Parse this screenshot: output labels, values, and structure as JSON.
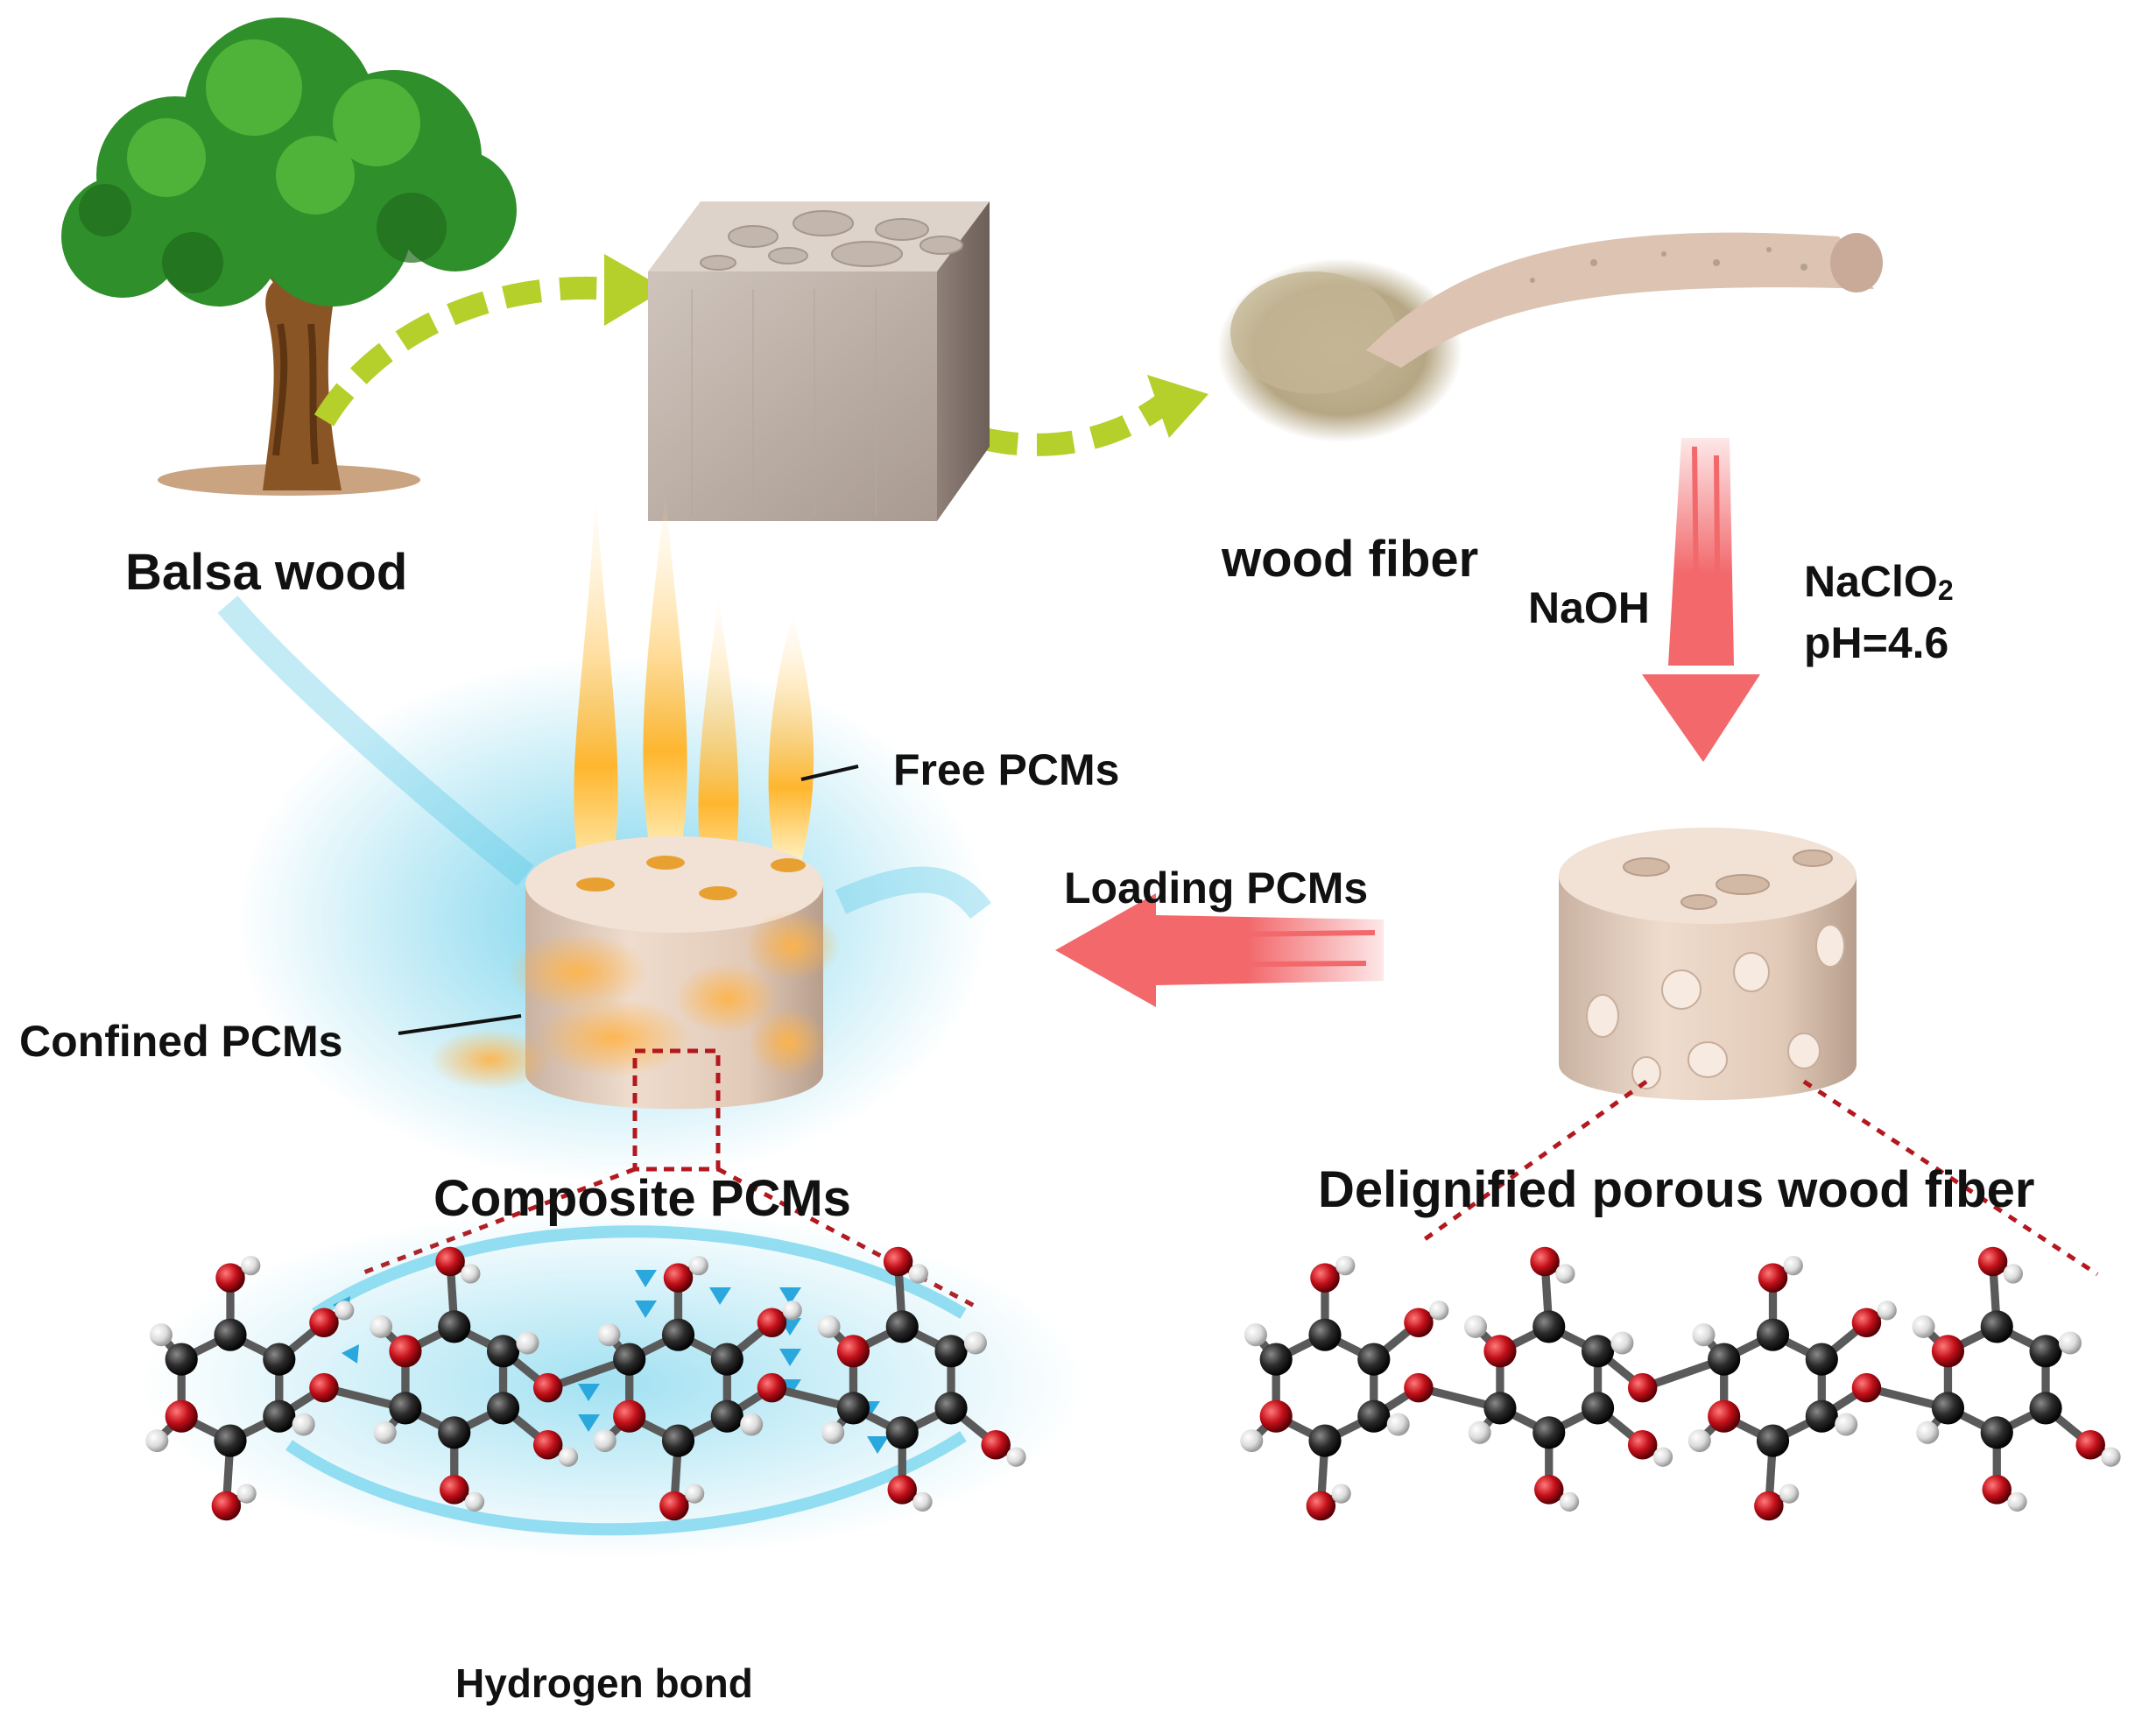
{
  "labels": {
    "balsa_wood": "Balsa wood",
    "wood_fiber": "wood fiber",
    "naoh": "NaOH",
    "naclo2_prefix": "NaClO",
    "naclo2_sub": "2",
    "ph": "pH=4.6",
    "free_pcms": "Free PCMs",
    "loading_pcms": "Loading PCMs",
    "confined_pcms": "Confined PCMs",
    "composite_pcms": "Composite PCMs",
    "delignified": "Delignified porous wood fiber",
    "hydrogen_bond": "Hydrogen bond"
  },
  "colors": {
    "green_arrow": "#b5cf2b",
    "red_arrow": "#f2686b",
    "wood": "#e4cdbd",
    "flame": "#f7a21a",
    "glow": "#4fc6e6",
    "atom_red": "#c4101a",
    "atom_dark": "#2b2b2b",
    "atom_white": "#e8e8e8",
    "tree_green": "#2f8f2a",
    "tree_trunk": "#8a5524"
  }
}
